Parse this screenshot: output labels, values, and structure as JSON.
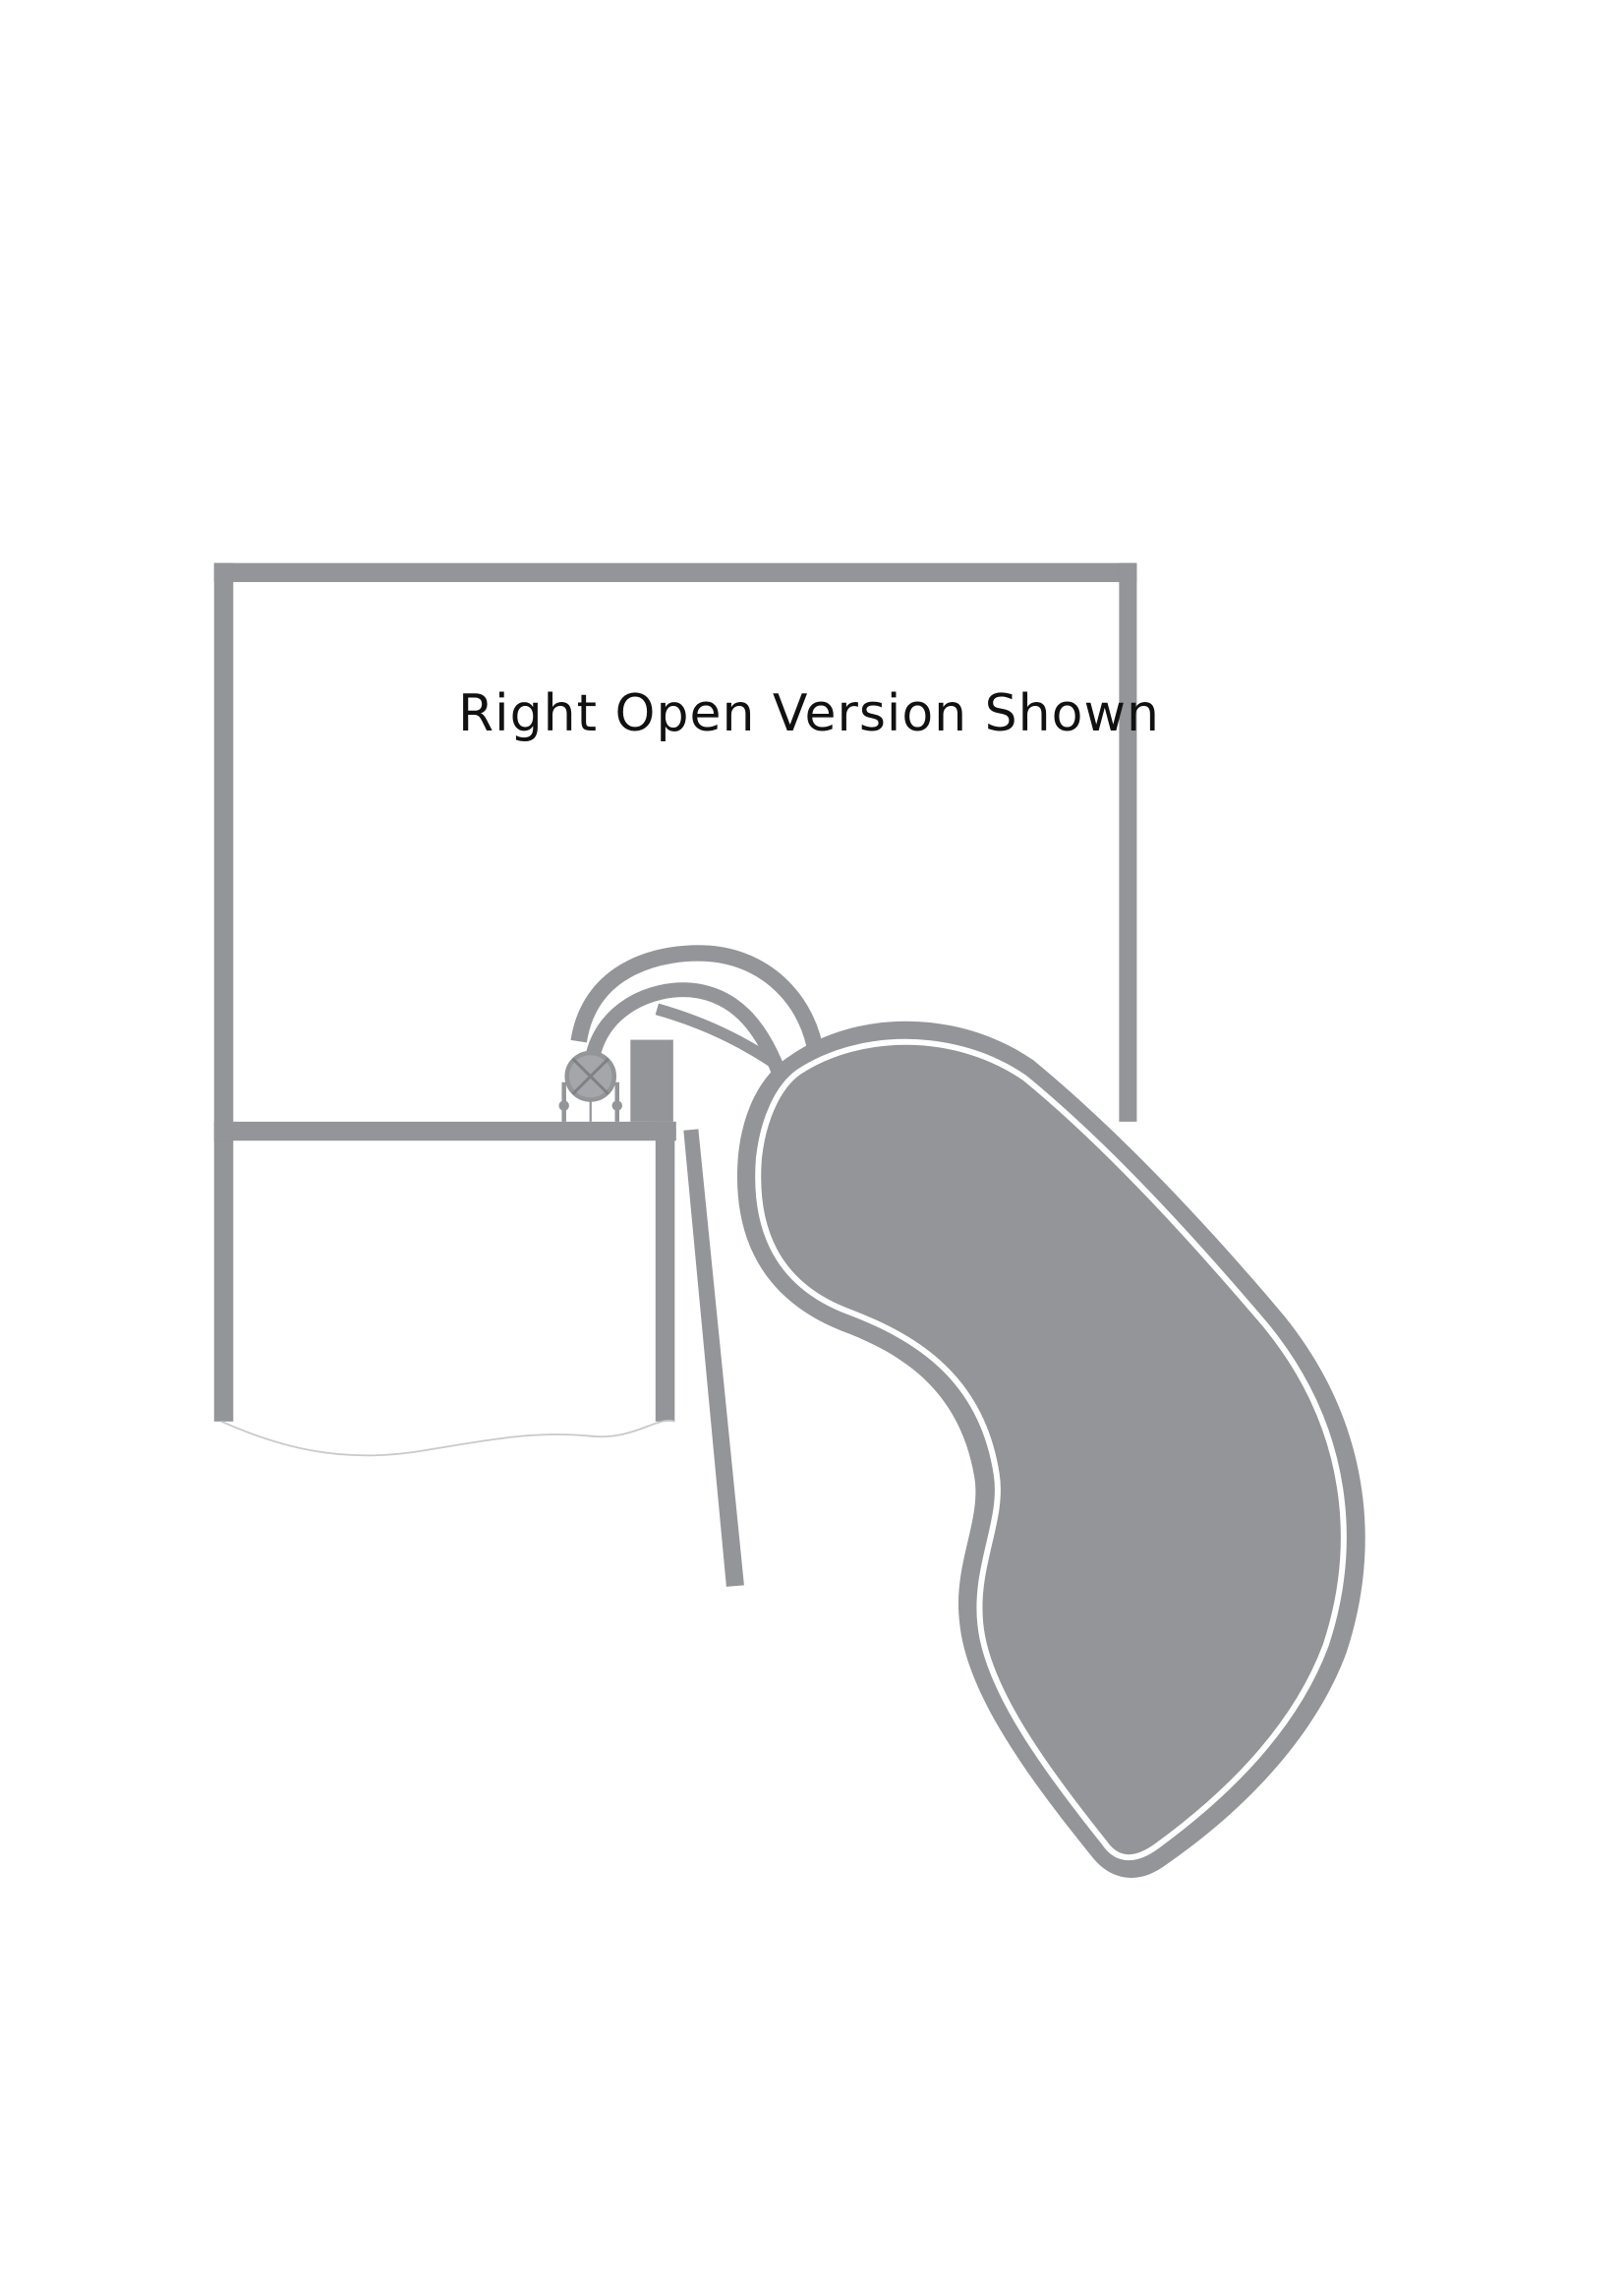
{
  "diagram": {
    "caption": "Right Open Version Shown",
    "subject": "blind corner cabinet pull-out, plan view",
    "colors": {
      "structure": "#939598",
      "background": "#ffffff",
      "text": "#111111"
    },
    "elements": [
      {
        "name": "cabinet-frame",
        "label": ""
      },
      {
        "name": "adjacent-cabinet",
        "label": ""
      },
      {
        "name": "cabinet-door",
        "label": ""
      },
      {
        "name": "pivot-hinge-mechanism",
        "label": ""
      },
      {
        "name": "swing-arms",
        "label": ""
      },
      {
        "name": "kidney-shelf-tray",
        "label": ""
      }
    ]
  }
}
